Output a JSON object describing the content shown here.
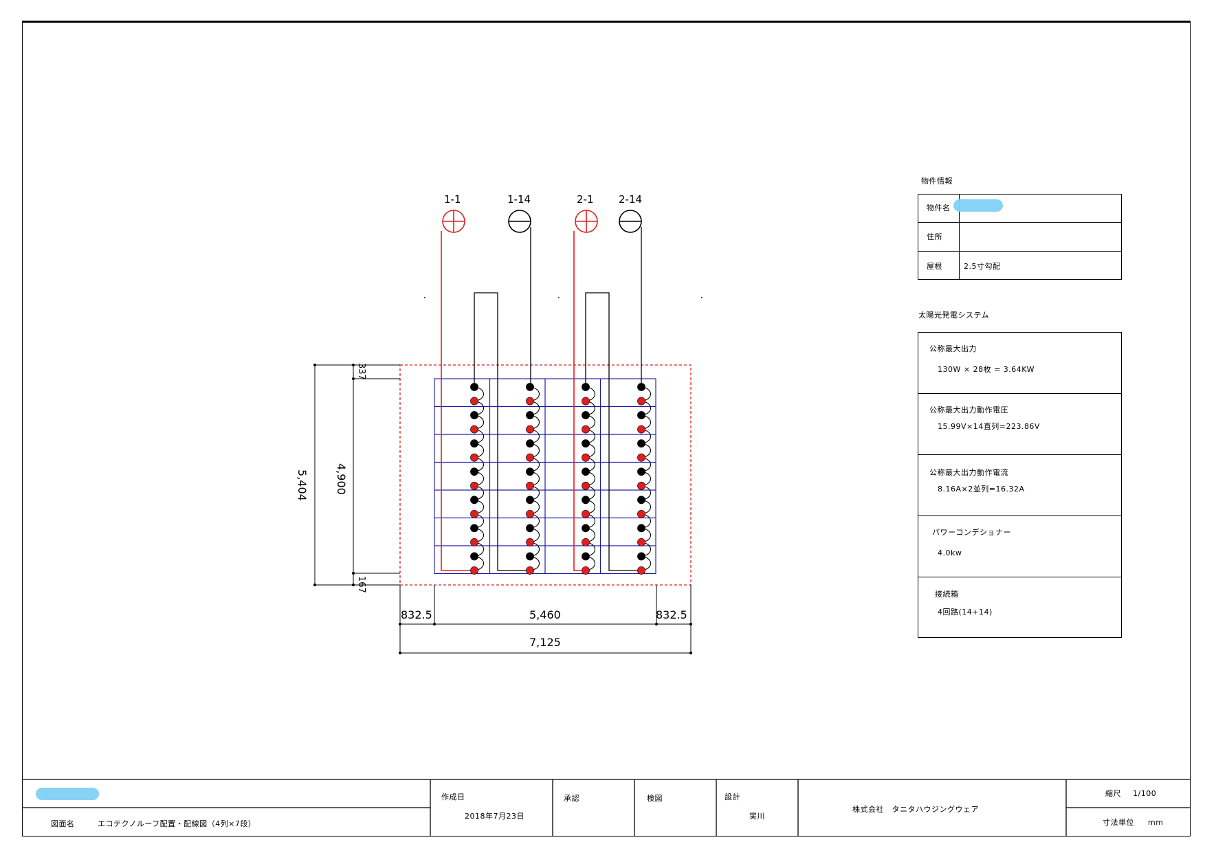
{
  "diagram": {
    "strings": [
      {
        "label": "1-1",
        "polarity": "positive"
      },
      {
        "label": "1-14",
        "polarity": "negative"
      },
      {
        "label": "2-1",
        "polarity": "positive"
      },
      {
        "label": "2-14",
        "polarity": "negative"
      }
    ],
    "dimensions": {
      "overall_height": "5,404",
      "panel_height": "4,900",
      "top_margin": "337",
      "bottom_margin": "167",
      "left_margin": "832.5",
      "panel_width": "5,460",
      "right_margin": "832.5",
      "overall_width": "7,125"
    },
    "colors": {
      "positive": "#e02020",
      "negative": "#000000",
      "panel_grid": "#1a1aa0",
      "roof_outline": "#e02020",
      "redaction": "#7fd1f5"
    }
  },
  "property": {
    "section_title": "物件情報",
    "rows": [
      {
        "label": "物件名",
        "value": ""
      },
      {
        "label": "住所",
        "value": ""
      },
      {
        "label": "屋根",
        "value": "2.5寸勾配"
      }
    ]
  },
  "system": {
    "section_title": "太陽光発電システム",
    "items": [
      {
        "title": "公称最大出力",
        "value": "130W × 28枚 = 3.64KW"
      },
      {
        "title": "公称最大出力動作電圧",
        "value": "15.99V×14直列=223.86V"
      },
      {
        "title": "公称最大出力動作電流",
        "value": "8.16A×2並列=16.32A"
      },
      {
        "title": "パワーコンデショナー",
        "value": "4.0kw"
      },
      {
        "title": "接続箱",
        "value": "4回路(14+14)"
      }
    ]
  },
  "titleblock": {
    "drawing_name_label": "図面名",
    "drawing_name": "エコテクノルーフ配置・配線図（4列×7段）",
    "created_label": "作成日",
    "created_date": "2018年7月23日",
    "approve_label": "承認",
    "check_label": "検図",
    "design_label": "設計",
    "designer": "実川",
    "company": "株式会社　タニタハウジングウェア",
    "scale_label": "縮尺",
    "scale_value": "1/100",
    "unit_label": "寸法単位",
    "unit_value": "mm"
  }
}
